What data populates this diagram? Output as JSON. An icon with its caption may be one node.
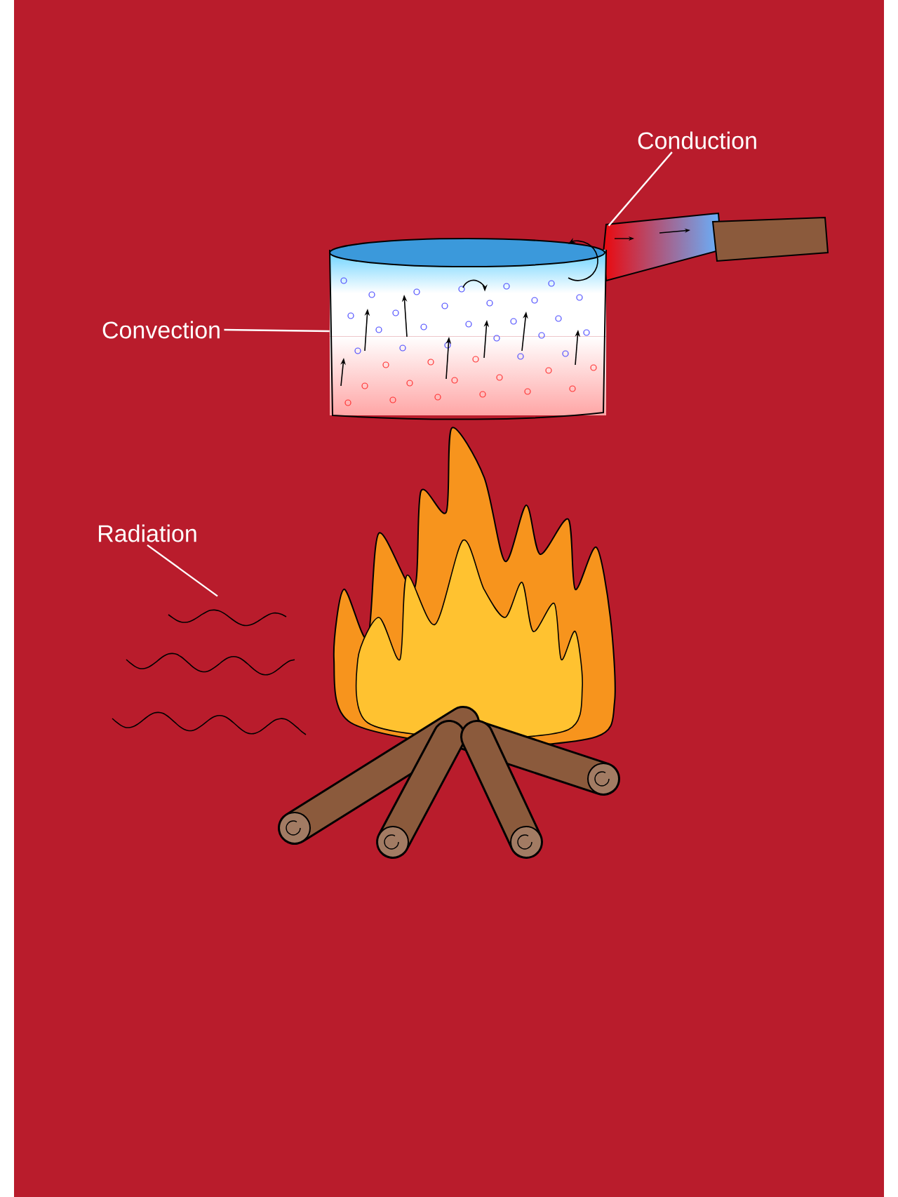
{
  "diagram": {
    "nodes": [
      {
        "text": [
          "Conduction"
        ]
      },
      {
        "text": [
          "Convection"
        ]
      },
      {
        "text": [
          "Radiation"
        ]
      },
      {
        "text": [],
        "shape": "picture"
      },
      {
        "text": [],
        "shape": "picture"
      },
      {
        "text": [],
        "shape": "picture"
      }
    ],
    "edges": [
      {
        "from": 0,
        "to": 3,
        "arrow": "none"
      },
      {
        "from": 1,
        "to": 4,
        "arrow": "none"
      },
      {
        "from": 2,
        "to": 5,
        "arrow": "none"
      }
    ]
  }
}
